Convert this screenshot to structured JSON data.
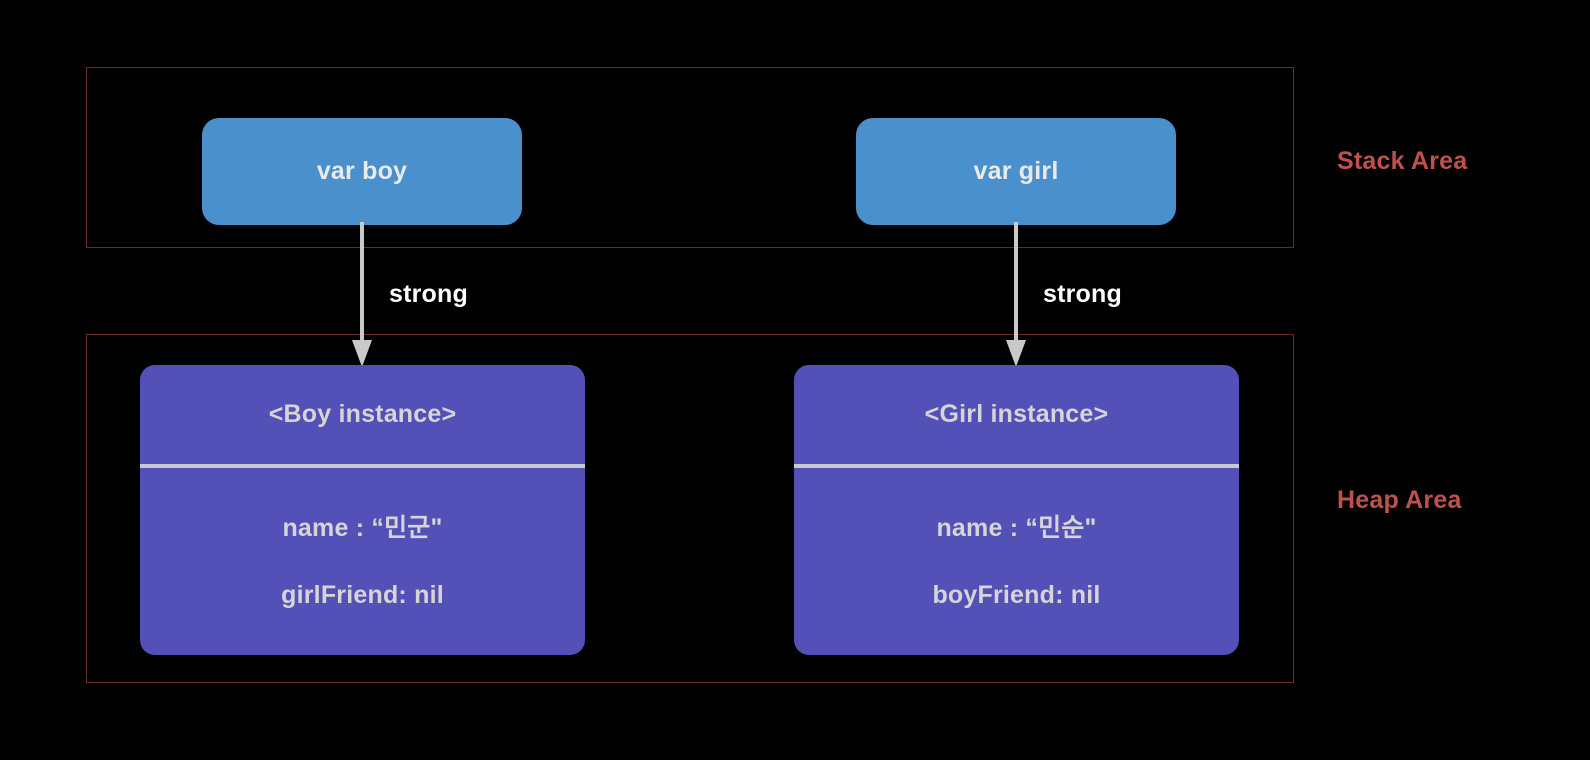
{
  "diagram": {
    "background_color": "#000000",
    "region_border_color": "#6b2b2b",
    "region_label_color": "#c0504d",
    "stack_box_color": "#4a90cc",
    "heap_box_color": "#5350b8",
    "arrow_color": "#c9c9c9",
    "arrow_label_color": "#ffffff",
    "box_text_color": "#eaeaea"
  },
  "regions": [
    {
      "id": "stack",
      "label": "Stack Area"
    },
    {
      "id": "heap",
      "label": "Heap Area"
    }
  ],
  "stack_variables": [
    {
      "id": "boy",
      "label": "var boy"
    },
    {
      "id": "girl",
      "label": "var girl"
    }
  ],
  "references": [
    {
      "id": "boy-ref",
      "label": "strong",
      "from": "var boy",
      "to": "<Boy instance>"
    },
    {
      "id": "girl-ref",
      "label": "strong",
      "from": "var girl",
      "to": "<Girl instance>"
    }
  ],
  "heap_instances": [
    {
      "id": "boy-instance",
      "title": "<Boy instance>",
      "properties": [
        "name : “민군\"",
        "girlFriend: nil"
      ]
    },
    {
      "id": "girl-instance",
      "title": "<Girl instance>",
      "properties": [
        "name : “민순\"",
        "boyFriend: nil"
      ]
    }
  ]
}
